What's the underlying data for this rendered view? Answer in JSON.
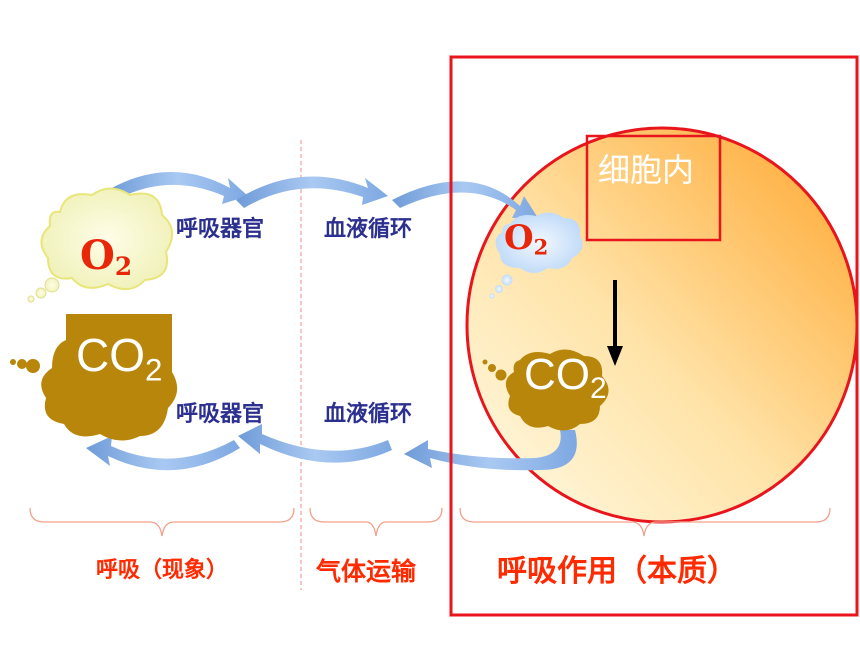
{
  "cell": {
    "label": "细胞内"
  },
  "gases": {
    "o2_main": "O",
    "o2_sub": "2",
    "co2_main": "CO",
    "co2_sub": "2"
  },
  "upper_path": {
    "organ": "呼吸器官",
    "blood": "血液循环"
  },
  "lower_path": {
    "organ": "呼吸器官",
    "blood": "血液循环"
  },
  "sections": {
    "breathing": "呼吸（现象）",
    "transport": "气体运输",
    "respiration": "呼吸作用（本质）"
  },
  "colors": {
    "frame_red": "#ea1c24",
    "arrow_blue": "#8fb4e8",
    "cloud_yellow": "#f5f4c2",
    "cloud_blue": "#cde3fb",
    "co2_brown": "#b8860b",
    "cell_orange": "#ffad3a",
    "label_navy": "#2b2f8f",
    "caption_red": "#ff2a00"
  }
}
